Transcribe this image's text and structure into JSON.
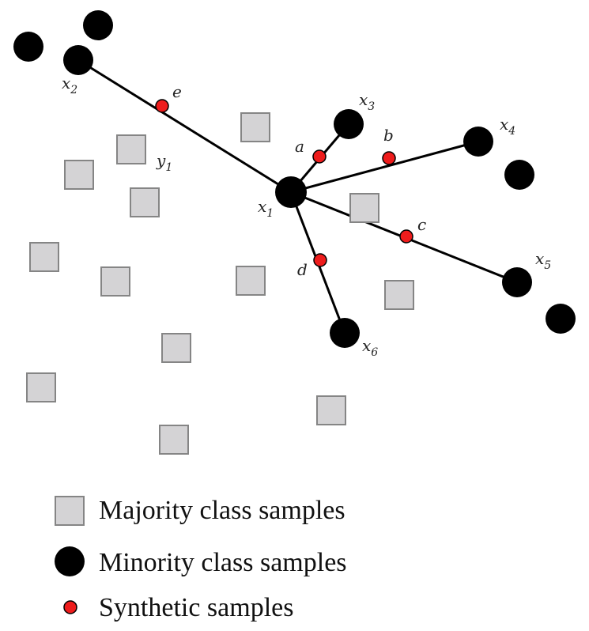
{
  "colors": {
    "majority_fill": "#d4d3d5",
    "majority_stroke": "#858585",
    "minority_fill": "#000000",
    "synthetic_fill": "#ee1c1c",
    "synthetic_stroke": "#000000",
    "line": "#000000"
  },
  "labels": {
    "x1": {
      "base": "x",
      "sub": "1"
    },
    "x2": {
      "base": "x",
      "sub": "2"
    },
    "x3": {
      "base": "x",
      "sub": "3"
    },
    "x4": {
      "base": "x",
      "sub": "4"
    },
    "x5": {
      "base": "x",
      "sub": "5"
    },
    "x6": {
      "base": "x",
      "sub": "6"
    },
    "y1": {
      "base": "y",
      "sub": "1"
    },
    "a": "a",
    "b": "b",
    "c": "c",
    "d": "d",
    "e": "e"
  },
  "legend": {
    "majority": "Majority class samples",
    "minority": "Minority class samples",
    "synthetic": "Synthetic samples"
  }
}
